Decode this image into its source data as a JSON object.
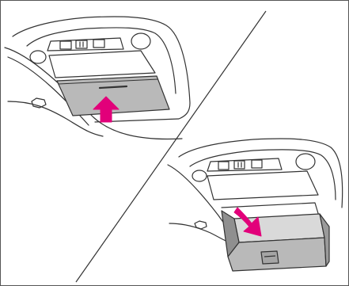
{
  "figure": {
    "steps": [
      {
        "name": "close-sunglasses-holder",
        "arrow_direction": "up"
      },
      {
        "name": "open-sunglasses-holder",
        "arrow_direction": "down"
      }
    ],
    "colors": {
      "outline": "#333333",
      "panel_fill": "#ececec",
      "holder_fill": "#b9b9b9",
      "holder_shade": "#8f8f8f",
      "arrow": "#e2007a",
      "frame": "#555555"
    }
  }
}
